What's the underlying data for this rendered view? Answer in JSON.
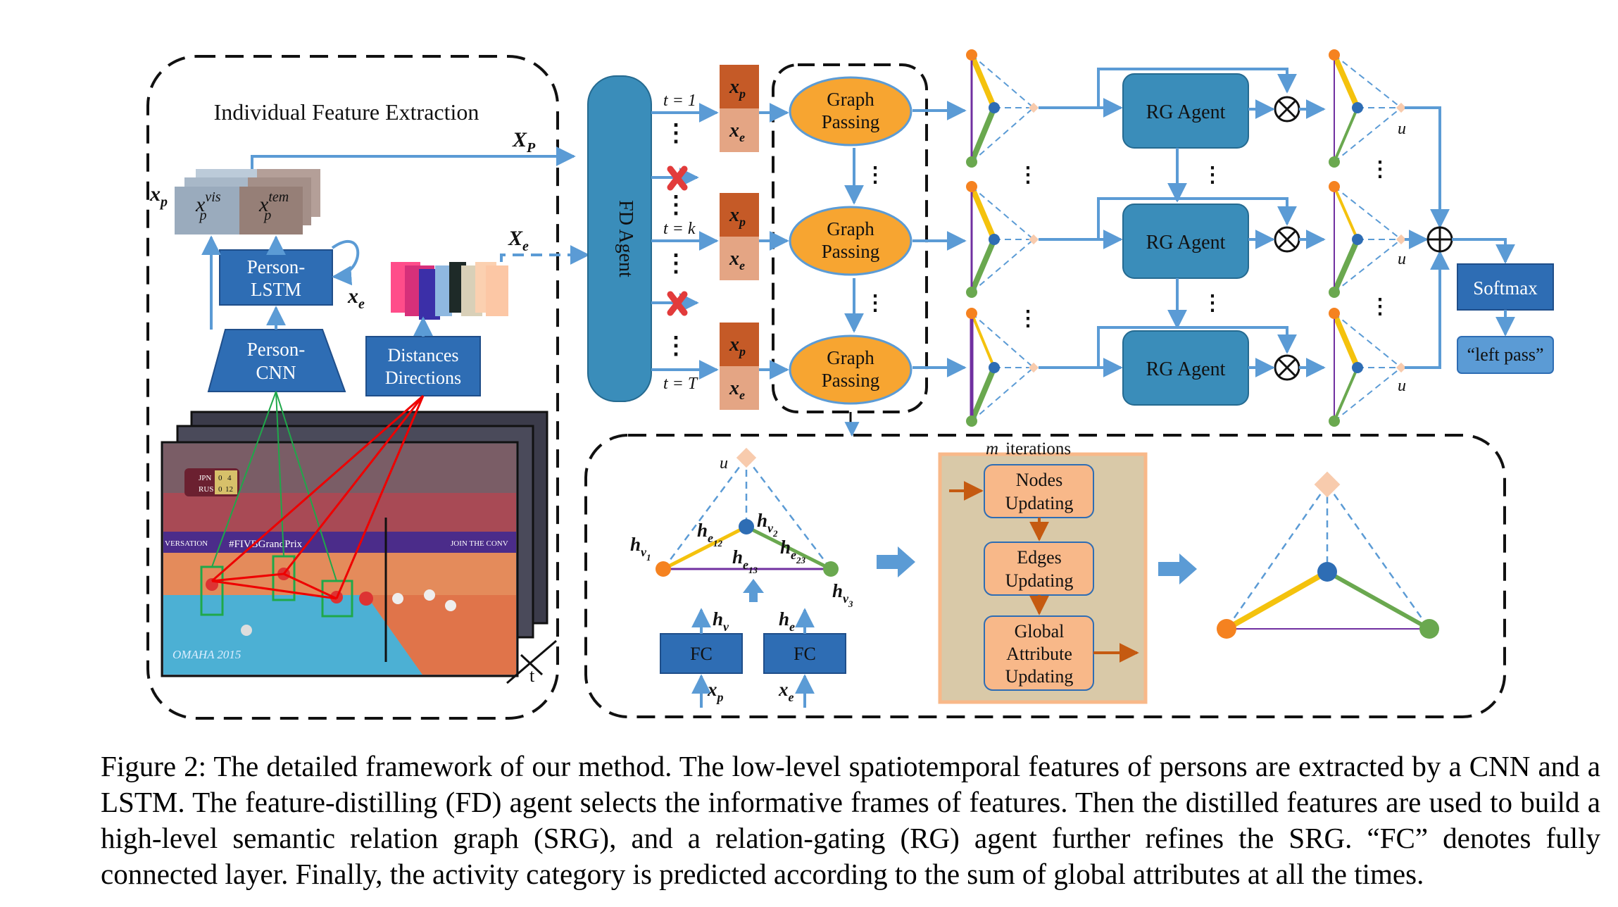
{
  "figure": {
    "caption": "Figure 2: The detailed framework of our method. The low-level spatiotemporal features of persons are extracted by a CNN and a LSTM. The feature-distilling (FD) agent selects the informative frames of features. Then the distilled features are used to build a high-level semantic relation graph (SRG), and a relation-gating (RG) agent further refines the SRG. “FC” denotes fully connected layer. Finally, the activity category is predicted according to the sum of global attributes at all the times."
  },
  "extraction": {
    "title": "Individual Feature Extraction",
    "person_lstm": [
      "Person-",
      "LSTM"
    ],
    "person_cnn": [
      "Person-",
      "CNN"
    ],
    "distances": [
      "Distances",
      "Directions"
    ],
    "xp_label": "x",
    "xp_sub": "p",
    "xpvis_sup": "vis",
    "xptem_sup": "tem",
    "xe_label": "x",
    "xe_sub": "e",
    "XP": "X",
    "XP_sub": "P",
    "Xe": "X",
    "Xe_sub": "e",
    "t_axis": "t"
  },
  "scoreboard": {
    "team1": "JPN",
    "team2": "RUS",
    "s1": "0",
    "s2": "0",
    "g1": "4",
    "g2": "12"
  },
  "court_banner": [
    "VERSATION",
    "#FIVBGrandPrix",
    "JOIN THE CONV"
  ],
  "court_floor": "OMAHA 2015",
  "fd_agent": "FD Agent",
  "time_labels": [
    "t = 1",
    "t = k",
    "t = T"
  ],
  "xp": "x",
  "xp_s": "p",
  "xe": "x",
  "xe_s": "e",
  "dots": "⋮",
  "graph_passing": [
    "Graph",
    "Passing"
  ],
  "rg_agent": "RG Agent",
  "u_label": "u",
  "softmax": "Softmax",
  "output": "“left pass”",
  "detail": {
    "u": "u",
    "h": "h",
    "hv1_sub": "v",
    "hv1_sub2": "1",
    "hv2_sub2": "2",
    "hv3_sub2": "3",
    "he12": "e",
    "he12_2": "12",
    "he13_2": "13",
    "he23_2": "23",
    "hv": "v",
    "he": "e",
    "fc": "FC",
    "iterations_m": "m",
    "iterations": "iterations",
    "nodes": [
      "Nodes",
      "Updating"
    ],
    "edges": [
      "Edges",
      "Updating"
    ],
    "global": [
      "Global",
      "Attribute",
      "Updating"
    ]
  },
  "colors": {
    "blue_box": "#2e6db4",
    "agent": "#3a8dba",
    "orange_node": "#f7a531",
    "xp_box": "#c55a27",
    "xe_box": "#e4a584",
    "arrow": "#5b9bd5",
    "cross": "#e23b3b",
    "yellow_edge": "#f4c20d",
    "green_edge": "#6aa84f",
    "purple_edge": "#7030a0",
    "peach": "#f8cbad"
  }
}
